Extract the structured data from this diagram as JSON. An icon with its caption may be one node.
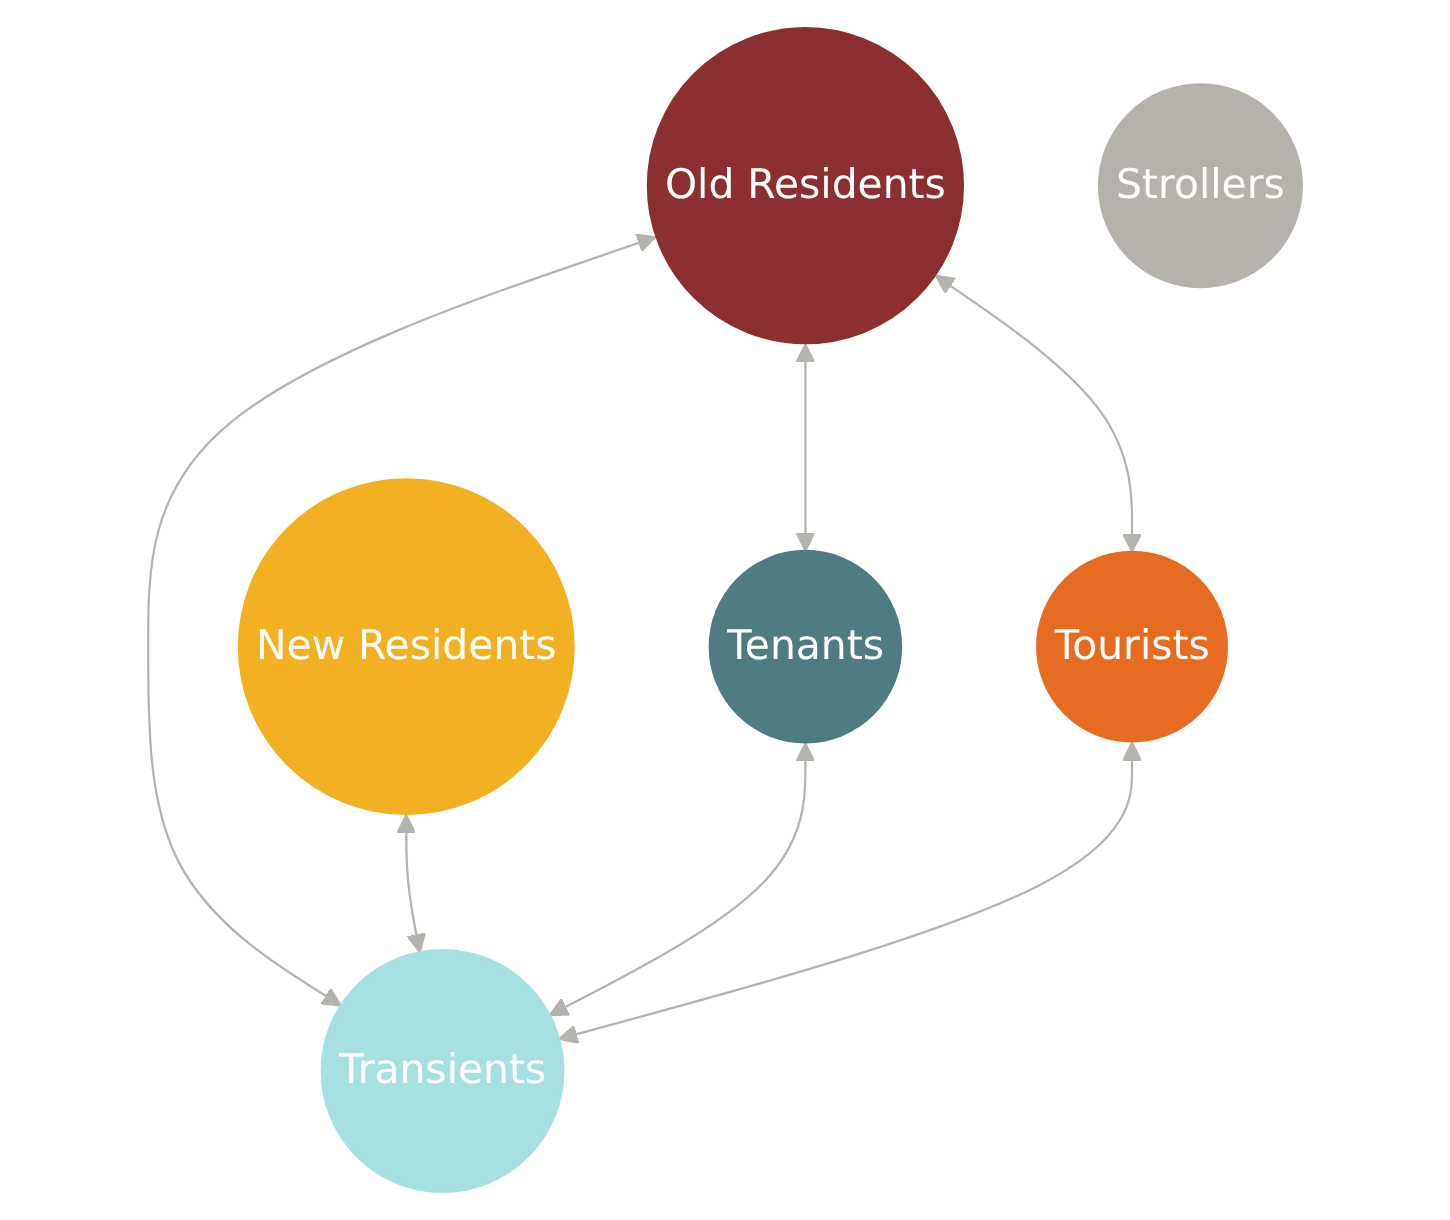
{
  "diagram": {
    "nodes": [
      {
        "text": [
          "Old Residents"
        ]
      },
      {
        "text": [
          "New Residents"
        ]
      },
      {
        "text": [
          "Tenants"
        ]
      },
      {
        "text": [
          "Transients"
        ]
      },
      {
        "text": [
          "Tourists"
        ]
      },
      {
        "text": [
          "Strollers"
        ]
      }
    ],
    "edges": [
      {
        "from": 0,
        "to": 2,
        "arrow": "both"
      },
      {
        "from": 0,
        "to": 4,
        "arrow": "both"
      },
      {
        "from": 0,
        "to": 3,
        "arrow": "both"
      },
      {
        "from": 1,
        "to": 3,
        "arrow": "both"
      },
      {
        "from": 2,
        "to": 3,
        "arrow": "both"
      },
      {
        "from": 4,
        "to": 3,
        "arrow": "both"
      }
    ]
  }
}
